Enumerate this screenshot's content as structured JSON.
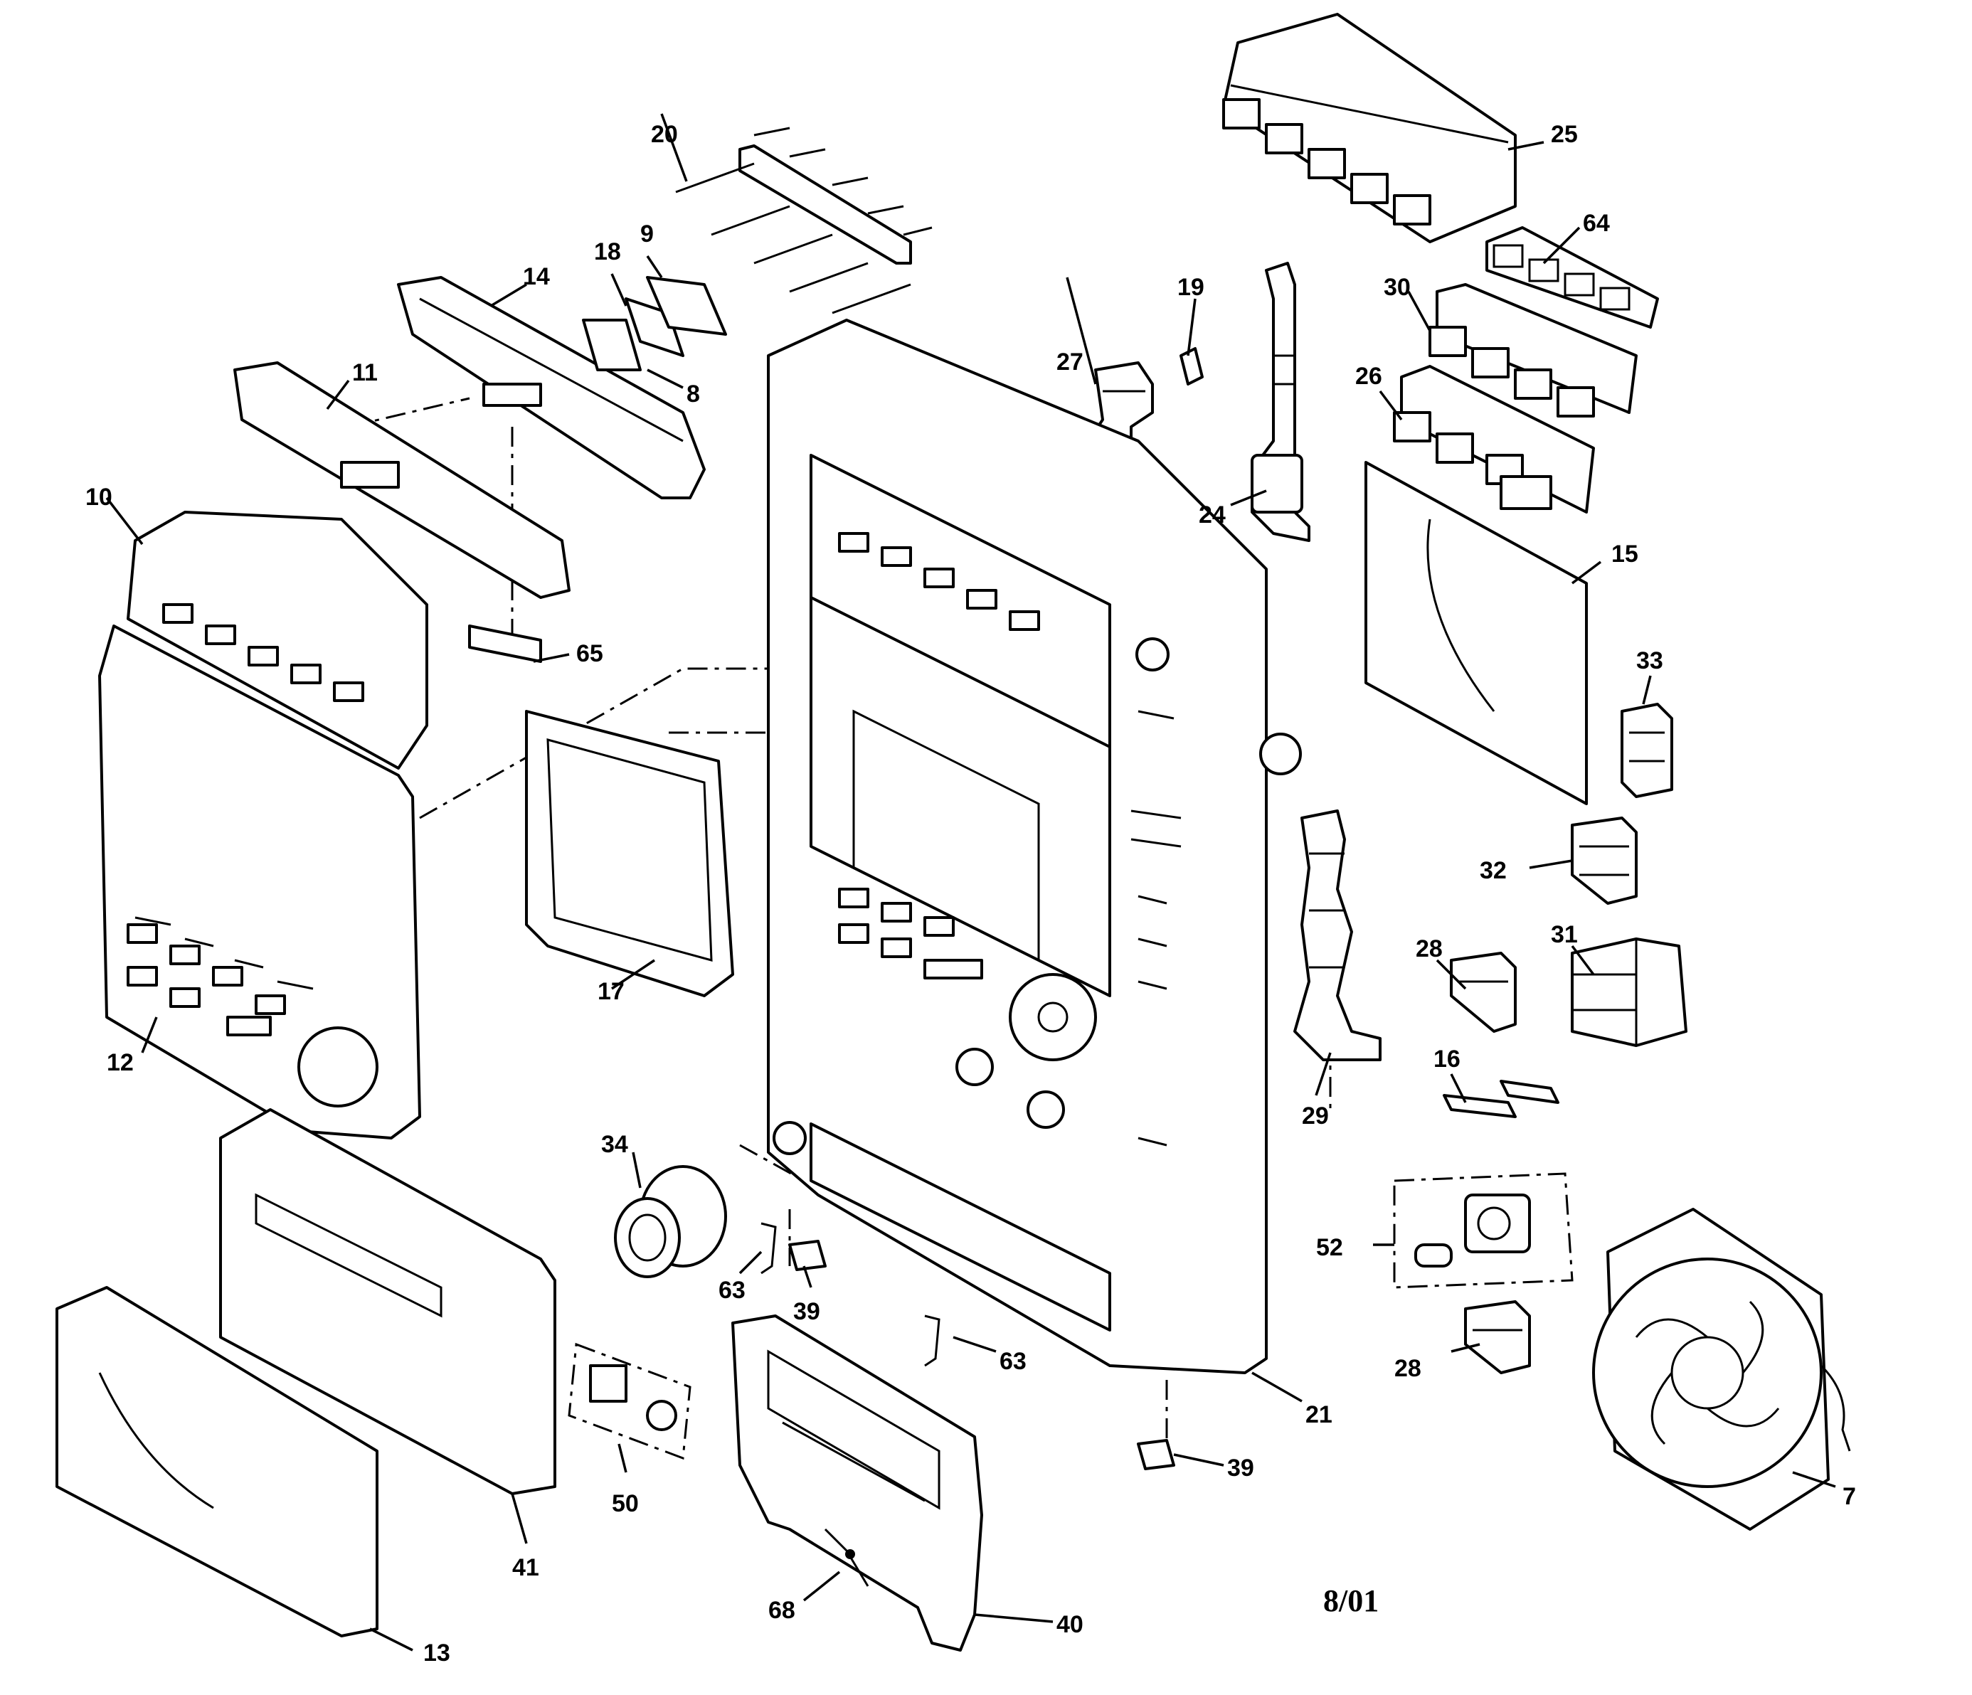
{
  "diagram": {
    "callouts": {
      "c7": "7",
      "c8": "8",
      "c9": "9",
      "c10": "10",
      "c11": "11",
      "c12": "12",
      "c13": "13",
      "c14": "14",
      "c15": "15",
      "c16": "16",
      "c17": "17",
      "c18": "18",
      "c19": "19",
      "c20": "20",
      "c21": "21",
      "c24": "24",
      "c25": "25",
      "c26": "26",
      "c27": "27",
      "c28a": "28",
      "c28b": "28",
      "c29": "29",
      "c30": "30",
      "c31": "31",
      "c32": "32",
      "c33": "33",
      "c34": "34",
      "c39a": "39",
      "c39b": "39",
      "c40": "40",
      "c41": "41",
      "c50": "50",
      "c52": "52",
      "c63a": "63",
      "c63b": "63",
      "c64": "64",
      "c65": "65",
      "c68": "68"
    },
    "date_mark": "8/01"
  }
}
